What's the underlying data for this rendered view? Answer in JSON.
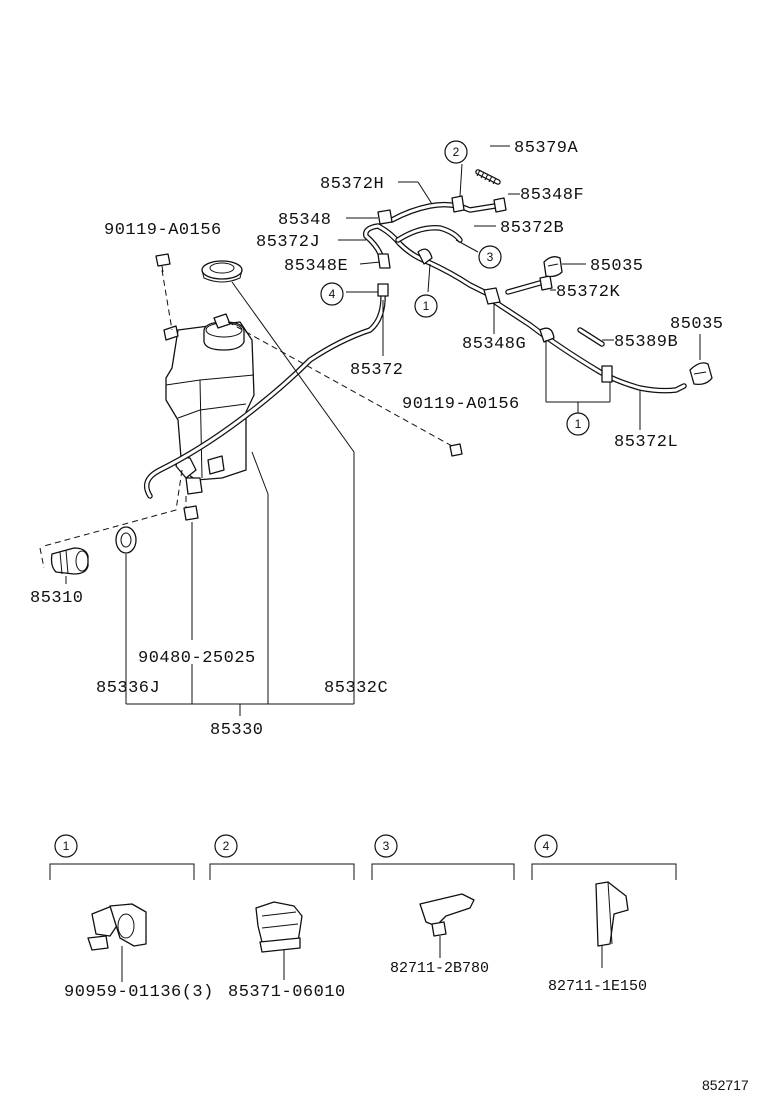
{
  "callouts": {
    "c1": "1",
    "c2": "2",
    "c3": "3",
    "c4": "4"
  },
  "labels": {
    "p85379A": "85379A",
    "p85372H": "85372H",
    "p85348F": "85348F",
    "p85348": "85348",
    "p85372B": "85372B",
    "p85372J": "85372J",
    "p85035a": "85035",
    "p85348E": "85348E",
    "p85372K": "85372K",
    "p85035b": "85035",
    "p85348G": "85348G",
    "p85389B": "85389B",
    "p85372": "85372",
    "p85372L": "85372L",
    "p90119a": "90119-A0156",
    "p90119b": "90119-A0156",
    "p85310": "85310",
    "p90480": "90480-25025",
    "p85336J": "85336J",
    "p85332C": "85332C",
    "p85330": "85330",
    "p90959": "90959-01136(3)",
    "p85371": "85371-06010",
    "p82711a": "82711-2B780",
    "p82711b": "82711-1E150"
  },
  "diagram_ref": "852717"
}
